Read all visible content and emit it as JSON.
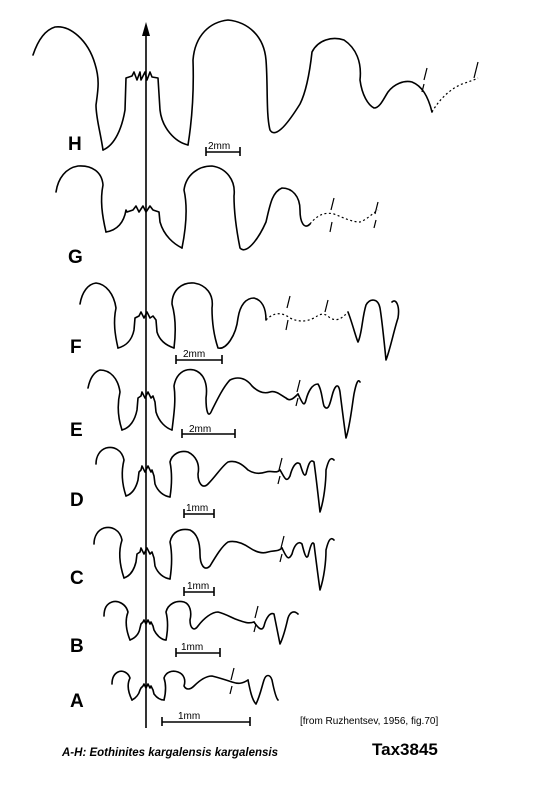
{
  "figure": {
    "stages": [
      {
        "label": "H",
        "scale_bar": "2mm"
      },
      {
        "label": "G",
        "scale_bar": ""
      },
      {
        "label": "F",
        "scale_bar": "2mm"
      },
      {
        "label": "E",
        "scale_bar": "2mm"
      },
      {
        "label": "D",
        "scale_bar": "1mm"
      },
      {
        "label": "C",
        "scale_bar": "1mm"
      },
      {
        "label": "B",
        "scale_bar": "1mm"
      },
      {
        "label": "A",
        "scale_bar": "1mm"
      }
    ],
    "credit": "[from Ruzhentsev, 1956, fig.70]",
    "caption_prefix": "A-H: ",
    "caption_species": "Eothinites kargalensis kargalensis",
    "tax_id": "Tax3845"
  }
}
